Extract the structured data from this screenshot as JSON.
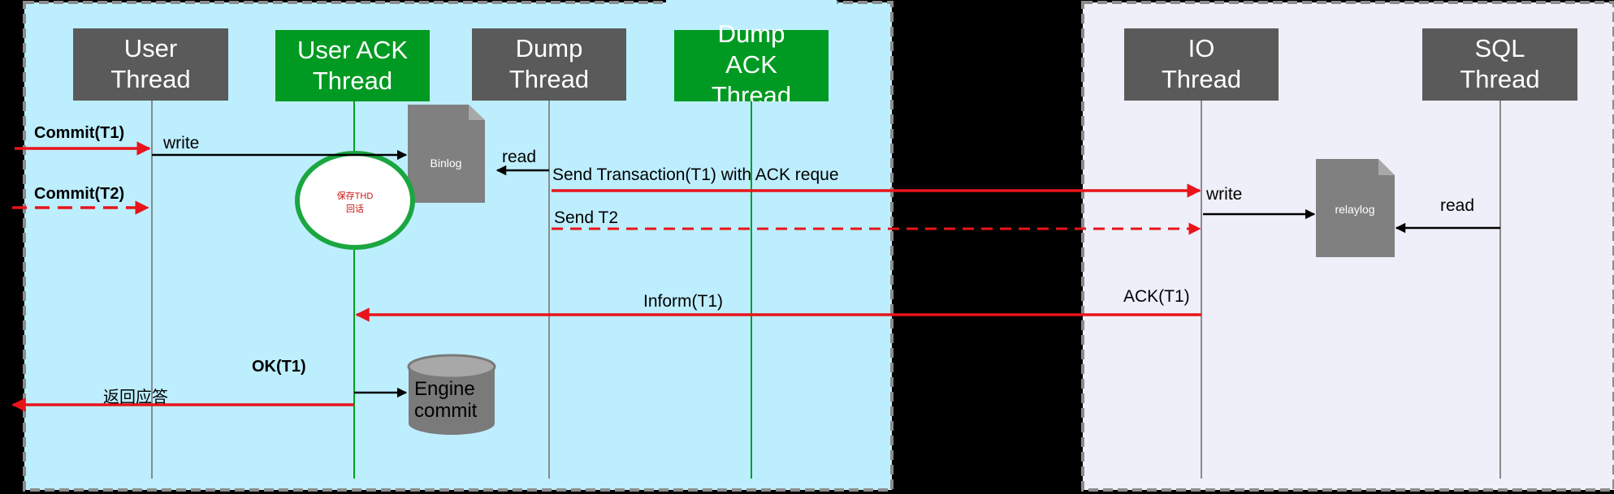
{
  "colors": {
    "background": "#000000",
    "master_panel": "#bdeefe",
    "slave_panel": "#eeeff9",
    "panel_border": "#8c8c8c",
    "thread_box_gray": "#5a5a5a",
    "thread_box_green": "#009a22",
    "lifeline_gray": "#8a8a8a",
    "lifeline_green": "#00a020",
    "arrow_red": "#e8141a",
    "arrow_black": "#000000",
    "doc_gray": "#808080",
    "circle_border": "#1aa640",
    "circle_text": "#cc1111"
  },
  "threads": {
    "user": "User Thread",
    "user_ack": "User ACK Thread",
    "dump": "Dump Thread",
    "dump_ack": "Dump ACK Thread",
    "io": "IO Thread",
    "sql": "SQL Thread"
  },
  "files": {
    "binlog": "Binlog",
    "relaylog": "relaylog",
    "engine": "Engine commit"
  },
  "wait_circle": {
    "line1": "保存THD",
    "line2": "回话"
  },
  "messages": {
    "commit_t1": "Commit(T1)",
    "commit_t2": "Commit(T2)",
    "write_binlog": "write",
    "read_binlog": "read",
    "send_transaction": "Send Transaction(T1)  with ACK reque",
    "send_t2": "Send  T2",
    "io_write": "write",
    "sql_read": "read",
    "ack_t1": "ACK(T1)",
    "inform_t1": "Inform(T1)",
    "ok_t1": "OK(T1)",
    "reply": "返回应答"
  }
}
